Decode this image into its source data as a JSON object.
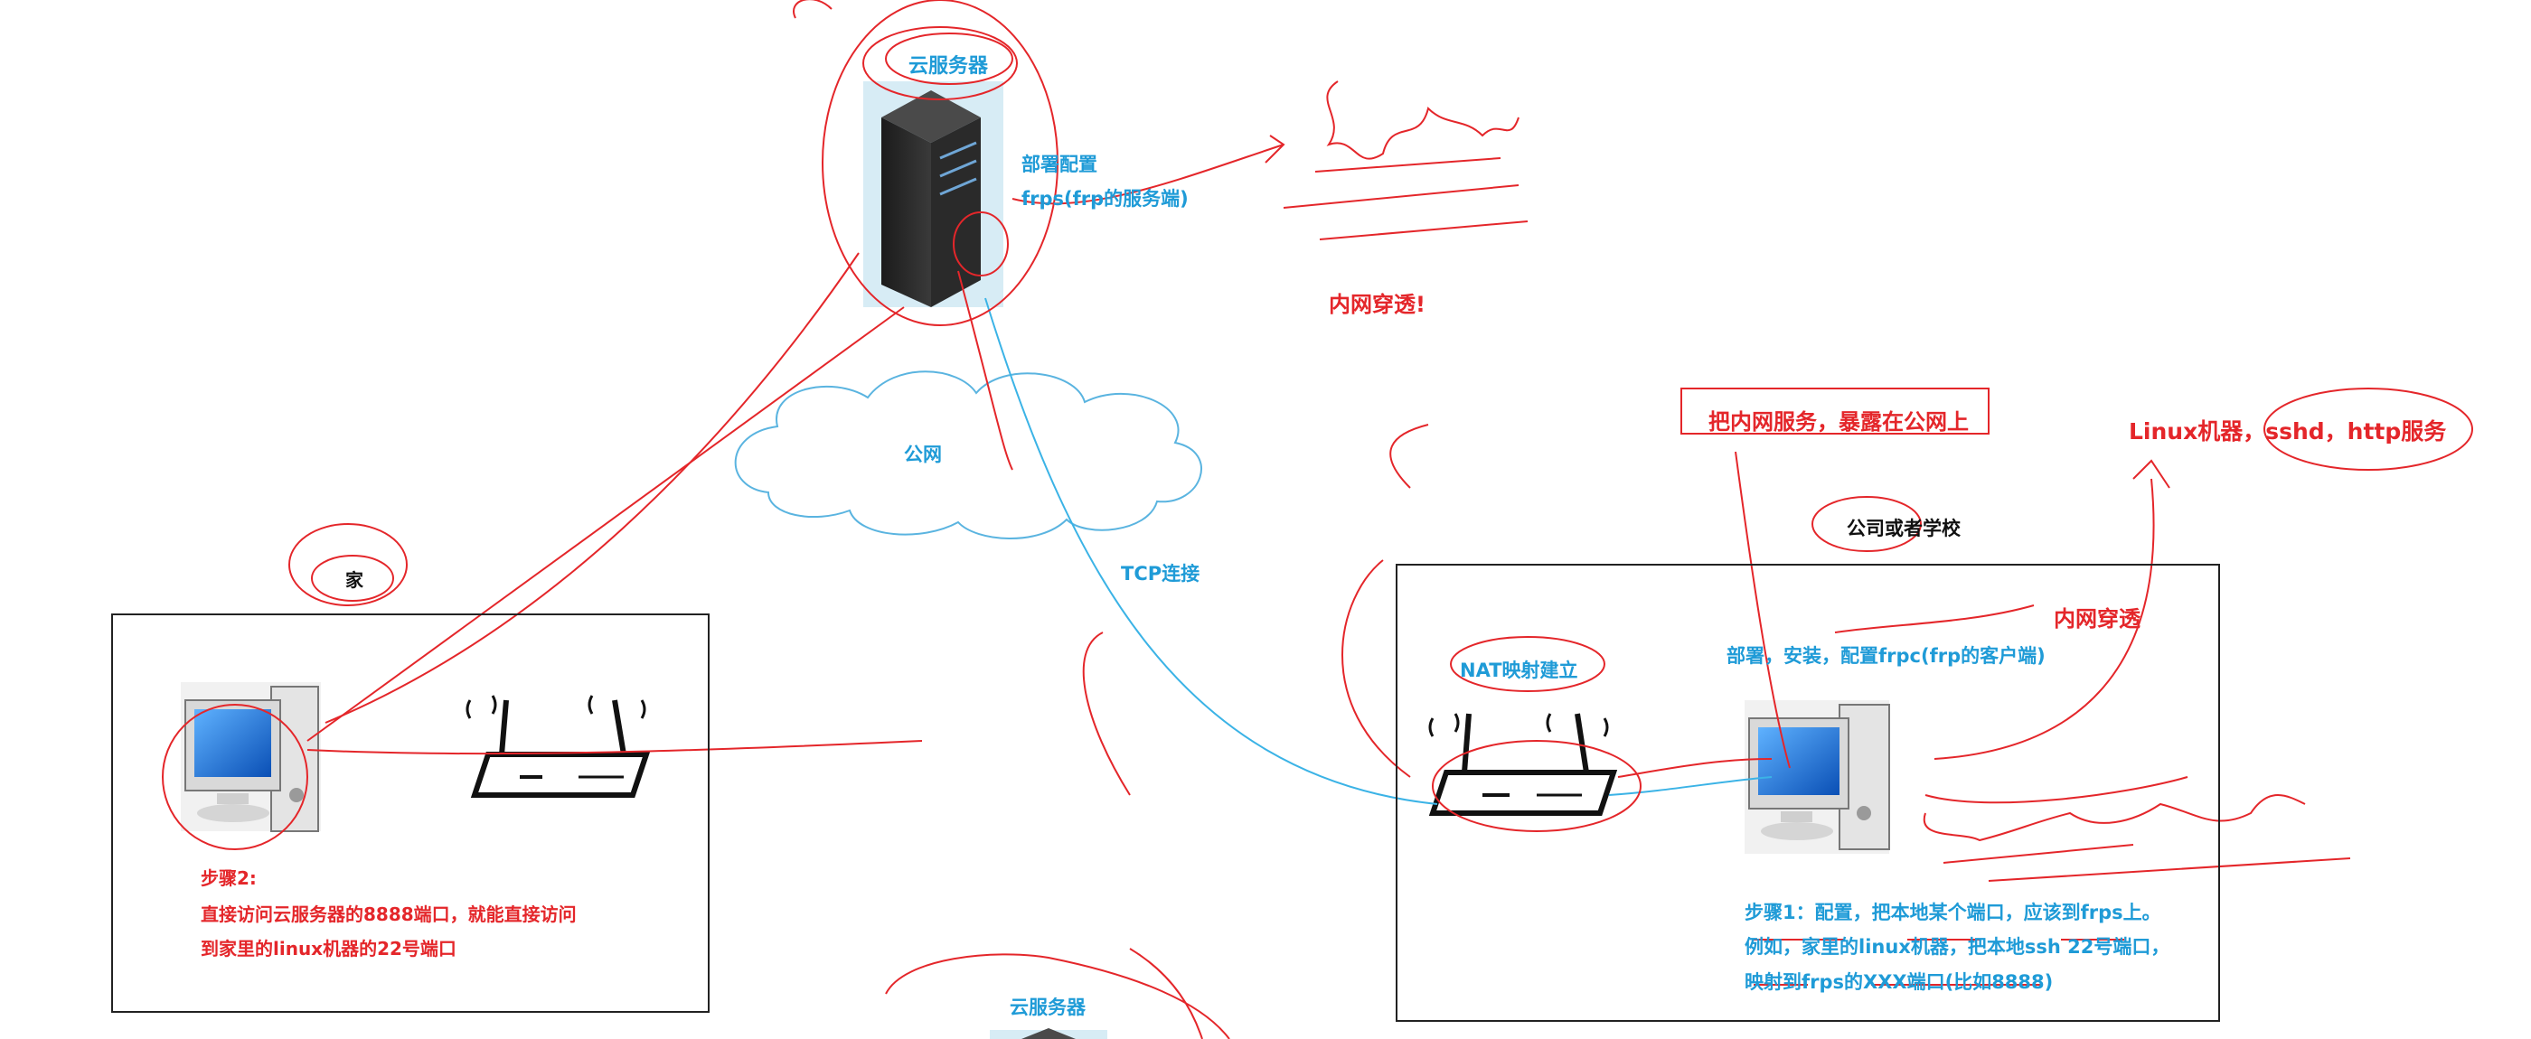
{
  "labels": {
    "cloud_server_top": "云服务器",
    "deploy_frps_line1": "部署配置",
    "deploy_frps_line2": "frps(frp的服务端)",
    "intranet_penetration_center": "内网穿透!",
    "public_network": "公网",
    "tcp_connection": "TCP连接",
    "home": "家",
    "step2_title": "步骤2:",
    "step2_line1": "直接访问云服务器的8888端口，就能直接访问",
    "step2_line2": "到家里的linux机器的22号端口",
    "expose_service": "把内网服务，暴露在公网上",
    "linux_services": "Linux机器，sshd，http服务",
    "company_or_school": "公司或者学校",
    "intranet_penetration_right": "内网穿透",
    "nat_mapping": "NAT映射建立",
    "deploy_frpc": "部署，安装，配置frpc(frp的客户端)",
    "step1_line1": "步骤1：配置，把本地某个端口，应该到frps上。",
    "step1_line2": "例如，家里的linux机器，把本地ssh 22号端口，",
    "step1_line3": "映射到frps的XXX端口(比如8888)",
    "cloud_server_bottom": "云服务器"
  },
  "colors": {
    "annotation_red": "#e4262a",
    "label_blue": "#1f9bd7",
    "cloud_stroke": "#5ab4e0",
    "box_border": "#222222"
  }
}
